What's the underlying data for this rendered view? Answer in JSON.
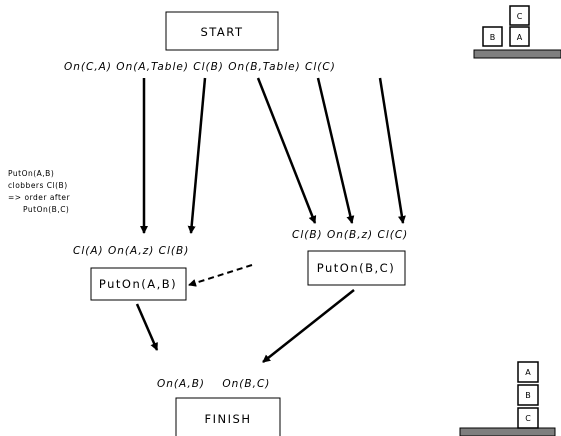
{
  "start_label": "START",
  "start_conditions": "On(C,A) On(A,Table) Cl(B) On(B,Table) Cl(C)",
  "note_lines": [
    "PutOn(A,B)",
    "clobbers Cl(B)",
    "=> order after",
    "PutOn(B,C)"
  ],
  "puton_ab": {
    "preconditions": "Cl(A) On(A,z) Cl(B)",
    "action": "PutOn(A,B)"
  },
  "puton_bc": {
    "preconditions": "Cl(B) On(B,z) Cl(C)",
    "action": "PutOn(B,C)"
  },
  "finish_conditions": "On(A,B)    On(B,C)",
  "finish_label": "FINISH",
  "initial_state_blocks": {
    "left": "B",
    "under": "A",
    "top": "C"
  },
  "goal_state_blocks": {
    "top": "A",
    "middle": "B",
    "bottom": "C"
  }
}
